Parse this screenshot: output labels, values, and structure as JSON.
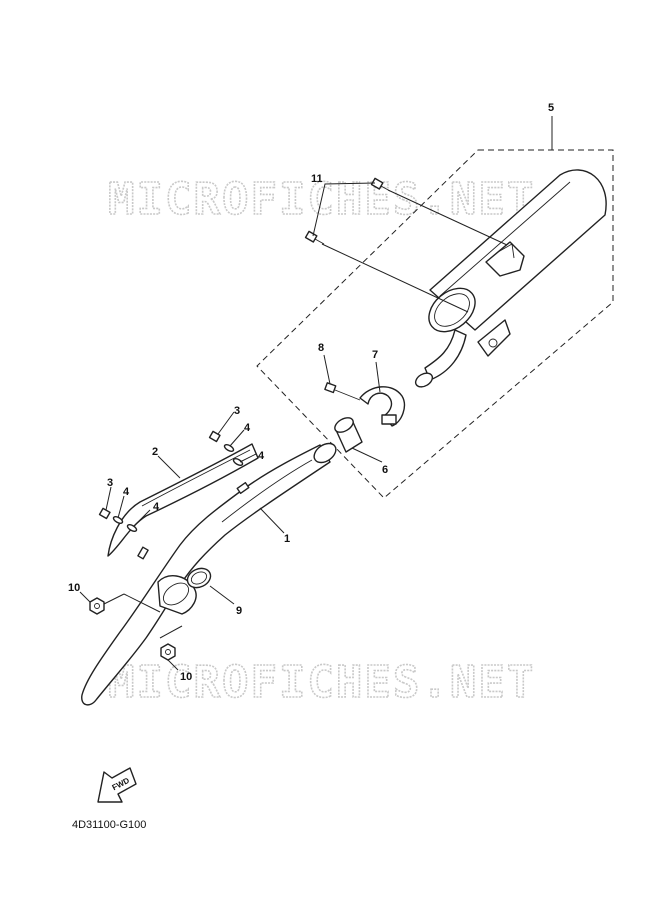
{
  "watermark": {
    "top": "MICROFICHES.NET",
    "bottom": "MICROFICHES.NET"
  },
  "callouts": {
    "p1": "1",
    "p2": "2",
    "p3a": "3",
    "p3b": "3",
    "p4a": "4",
    "p4b": "4",
    "p4c": "4",
    "p4d": "4",
    "p5": "5",
    "p6": "6",
    "p7": "7",
    "p8": "8",
    "p9": "9",
    "p10a": "10",
    "p10b": "10",
    "p11": "11"
  },
  "fwd_label": "FWD",
  "reference_code": "4D31100-G100"
}
